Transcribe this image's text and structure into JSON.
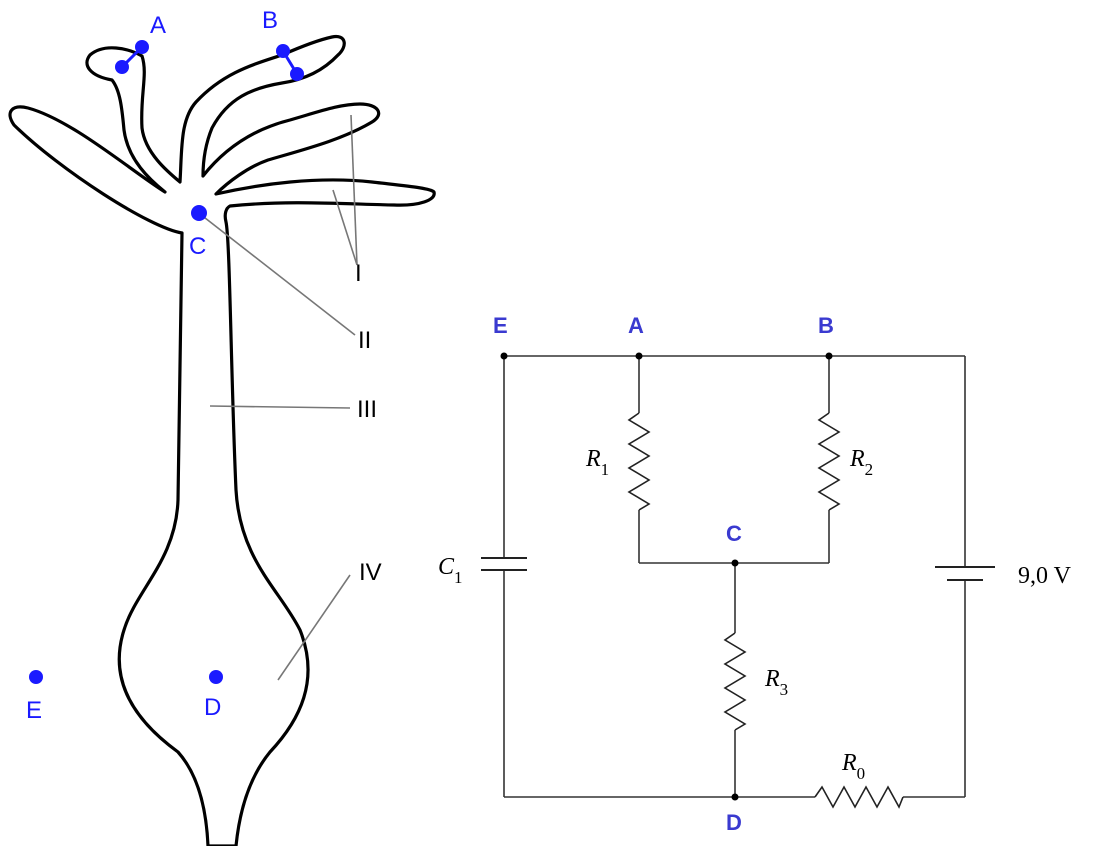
{
  "neuron": {
    "points": {
      "A": "A",
      "B": "B",
      "C": "C",
      "D": "D",
      "E": "E"
    },
    "parts": {
      "I": "I",
      "II": "II",
      "III": "III",
      "IV": "IV"
    }
  },
  "circuit": {
    "nodes": {
      "E": "E",
      "A": "A",
      "B": "B",
      "C": "C",
      "D": "D"
    },
    "components": {
      "R1": {
        "symbol": "R",
        "sub": "1"
      },
      "R2": {
        "symbol": "R",
        "sub": "2"
      },
      "R3": {
        "symbol": "R",
        "sub": "3"
      },
      "R0": {
        "symbol": "R",
        "sub": "0"
      },
      "C1": {
        "symbol": "C",
        "sub": "1"
      }
    },
    "battery_voltage": "9,0 V"
  },
  "colors": {
    "point_blue": "#1a1aff",
    "node_label_blue": "#3a3ad0",
    "outline": "#000000"
  }
}
